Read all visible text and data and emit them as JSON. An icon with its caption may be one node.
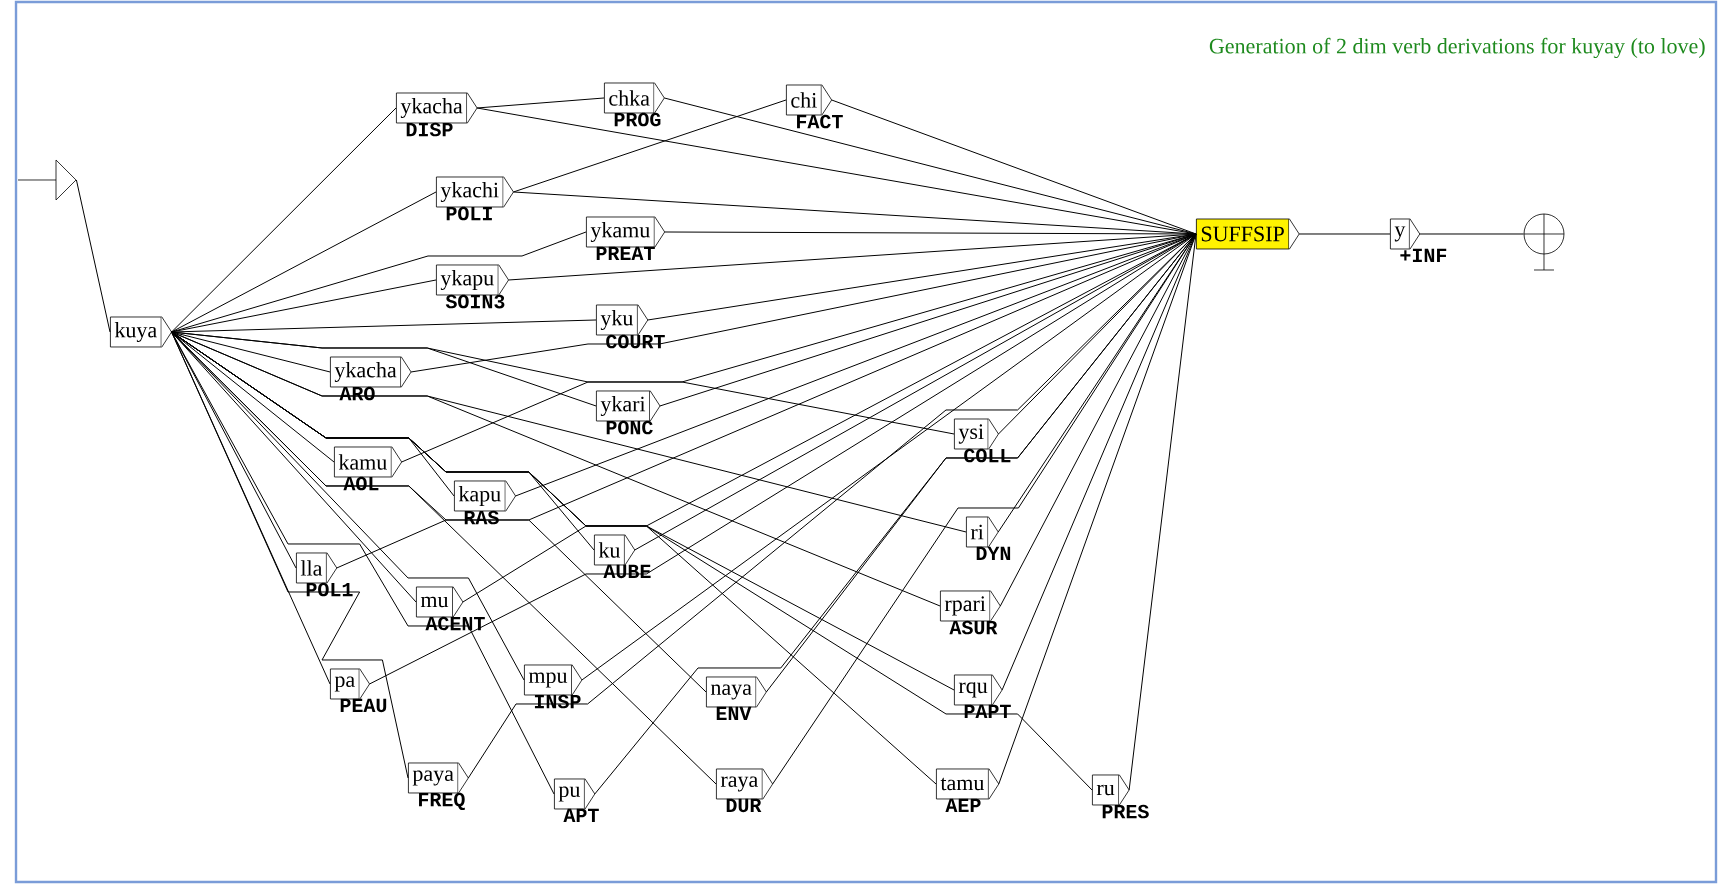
{
  "diagram": {
    "title": "Generation of 2 dim verb derivations for kuyay (to love)",
    "nodes": [
      {
        "text": [],
        "shape": "triangle"
      },
      {
        "text": [
          "kuya"
        ]
      },
      {
        "text": [
          "ykacha"
        ],
        "beside": [
          "DISP"
        ]
      },
      {
        "text": [
          "chka"
        ],
        "beside": [
          "PROG"
        ]
      },
      {
        "text": [
          "chi"
        ],
        "beside": [
          "FACT"
        ]
      },
      {
        "text": [
          "ykachi"
        ],
        "beside": [
          "POLI"
        ]
      },
      {
        "text": [
          "ykamu"
        ],
        "beside": [
          "PREAT"
        ]
      },
      {
        "text": [
          "ykapu"
        ],
        "beside": [
          "SOIN3"
        ]
      },
      {
        "text": [
          "yku"
        ],
        "beside": [
          "COURT"
        ]
      },
      {
        "text": [
          "ykacha"
        ],
        "beside": [
          "ARO"
        ]
      },
      {
        "text": [
          "ykari"
        ],
        "beside": [
          "PONC"
        ]
      },
      {
        "text": [
          "kamu"
        ],
        "beside": [
          "AOL"
        ]
      },
      {
        "text": [
          "kapu"
        ],
        "beside": [
          "RAS"
        ]
      },
      {
        "text": [
          "ysi"
        ],
        "beside": [
          "COLL"
        ]
      },
      {
        "text": [
          "lla"
        ],
        "beside": [
          "POL1"
        ]
      },
      {
        "text": [
          "ku"
        ],
        "beside": [
          "AUBE"
        ]
      },
      {
        "text": [
          "ri"
        ],
        "beside": [
          "DYN"
        ]
      },
      {
        "text": [
          "mu"
        ],
        "beside": [
          "ACENT"
        ]
      },
      {
        "text": [
          "rpari"
        ],
        "beside": [
          "ASUR"
        ]
      },
      {
        "text": [
          "pa"
        ],
        "beside": [
          "PEAU"
        ]
      },
      {
        "text": [
          "mpu"
        ],
        "beside": [
          "INSP"
        ]
      },
      {
        "text": [
          "naya"
        ],
        "beside": [
          "ENV"
        ]
      },
      {
        "text": [
          "rqu"
        ],
        "beside": [
          "PAPT"
        ]
      },
      {
        "text": [
          "paya"
        ],
        "beside": [
          "FREQ"
        ]
      },
      {
        "text": [
          "pu"
        ],
        "beside": [
          "APT"
        ]
      },
      {
        "text": [
          "raya"
        ],
        "beside": [
          "DUR"
        ]
      },
      {
        "text": [
          "tamu"
        ],
        "beside": [
          "AEP"
        ]
      },
      {
        "text": [
          "ru"
        ],
        "beside": [
          "PRES"
        ]
      },
      {
        "text": [
          "SUFFSIP"
        ]
      },
      {
        "text": [
          "y"
        ],
        "beside": [
          "+INF"
        ]
      },
      {
        "text": [],
        "shape": "circle"
      }
    ],
    "edges": [
      {
        "from": 0,
        "to": 1,
        "arrow": "none"
      },
      {
        "from": 1,
        "to": 2,
        "arrow": "none"
      },
      {
        "from": 2,
        "to": 3,
        "arrow": "none"
      },
      {
        "from": 3,
        "to": 28,
        "arrow": "none"
      },
      {
        "from": 1,
        "to": 5,
        "arrow": "none"
      },
      {
        "from": 5,
        "to": 4,
        "arrow": "none"
      },
      {
        "from": 4,
        "to": 28,
        "arrow": "none"
      },
      {
        "from": 2,
        "to": 28,
        "arrow": "none"
      },
      {
        "from": 5,
        "to": 28,
        "arrow": "none"
      },
      {
        "from": 1,
        "to": 6,
        "arrow": "none"
      },
      {
        "from": 6,
        "to": 28,
        "arrow": "none"
      },
      {
        "from": 1,
        "to": 7,
        "arrow": "none"
      },
      {
        "from": 7,
        "to": 28,
        "arrow": "none"
      },
      {
        "from": 1,
        "to": 8,
        "arrow": "none"
      },
      {
        "from": 8,
        "to": 28,
        "arrow": "none"
      },
      {
        "from": 1,
        "to": 9,
        "arrow": "none"
      },
      {
        "from": 9,
        "to": 28,
        "arrow": "none"
      },
      {
        "from": 1,
        "to": 10,
        "arrow": "none"
      },
      {
        "from": 10,
        "to": 28,
        "arrow": "none"
      },
      {
        "from": 1,
        "to": 11,
        "arrow": "none"
      },
      {
        "from": 11,
        "to": 28,
        "arrow": "none"
      },
      {
        "from": 1,
        "to": 12,
        "arrow": "none"
      },
      {
        "from": 12,
        "to": 28,
        "arrow": "none"
      },
      {
        "from": 1,
        "to": 13,
        "arrow": "none"
      },
      {
        "from": 13,
        "to": 28,
        "arrow": "none"
      },
      {
        "from": 1,
        "to": 14,
        "arrow": "none"
      },
      {
        "from": 14,
        "to": 28,
        "arrow": "none"
      },
      {
        "from": 1,
        "to": 15,
        "arrow": "none"
      },
      {
        "from": 15,
        "to": 28,
        "arrow": "none"
      },
      {
        "from": 1,
        "to": 16,
        "arrow": "none"
      },
      {
        "from": 16,
        "to": 28,
        "arrow": "none"
      },
      {
        "from": 1,
        "to": 17,
        "arrow": "none"
      },
      {
        "from": 17,
        "to": 28,
        "arrow": "none"
      },
      {
        "from": 1,
        "to": 18,
        "arrow": "none"
      },
      {
        "from": 18,
        "to": 28,
        "arrow": "none"
      },
      {
        "from": 1,
        "to": 19,
        "arrow": "none"
      },
      {
        "from": 19,
        "to": 28,
        "arrow": "none"
      },
      {
        "from": 1,
        "to": 20,
        "arrow": "none"
      },
      {
        "from": 20,
        "to": 28,
        "arrow": "none"
      },
      {
        "from": 1,
        "to": 21,
        "arrow": "none"
      },
      {
        "from": 21,
        "to": 28,
        "arrow": "none"
      },
      {
        "from": 1,
        "to": 22,
        "arrow": "none"
      },
      {
        "from": 22,
        "to": 28,
        "arrow": "none"
      },
      {
        "from": 1,
        "to": 23,
        "arrow": "none"
      },
      {
        "from": 23,
        "to": 28,
        "arrow": "none"
      },
      {
        "from": 1,
        "to": 24,
        "arrow": "none"
      },
      {
        "from": 24,
        "to": 28,
        "arrow": "none"
      },
      {
        "from": 1,
        "to": 25,
        "arrow": "none"
      },
      {
        "from": 25,
        "to": 28,
        "arrow": "none"
      },
      {
        "from": 1,
        "to": 26,
        "arrow": "none"
      },
      {
        "from": 26,
        "to": 28,
        "arrow": "none"
      },
      {
        "from": 1,
        "to": 27,
        "arrow": "none"
      },
      {
        "from": 27,
        "to": 28,
        "arrow": "none"
      },
      {
        "from": 28,
        "to": 29,
        "arrow": "none"
      },
      {
        "from": 29,
        "to": 30,
        "arrow": "none"
      }
    ]
  }
}
